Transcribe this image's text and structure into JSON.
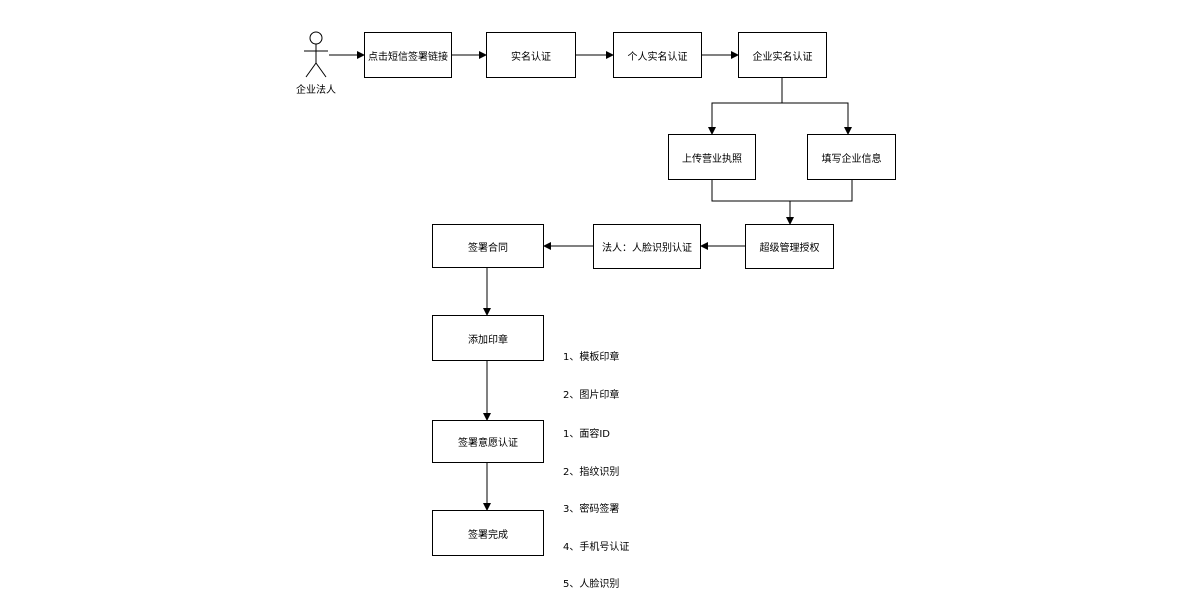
{
  "actor": {
    "label": "企业法人"
  },
  "nodes": {
    "click_link": "点击短信签署链接",
    "real_name": "实名认证",
    "personal_real_name": "个人实名认证",
    "enterprise_real_name": "企业实名认证",
    "upload_license": "上传营业执照",
    "fill_enterprise_info": "填写企业信息",
    "super_admin_auth": "超级管理授权",
    "legal_face_auth": "法人：人脸识别认证",
    "sign_contract": "签署合同",
    "add_seal": "添加印章",
    "signing_intent_auth": "签署意愿认证",
    "signing_complete": "签署完成"
  },
  "notes": {
    "seal_options": [
      "1、模板印章",
      "2、图片印章"
    ],
    "intent_options": [
      "1、面容ID",
      "2、指纹识别",
      "3、密码签署",
      "4、手机号认证",
      "5、人脸识别"
    ]
  }
}
